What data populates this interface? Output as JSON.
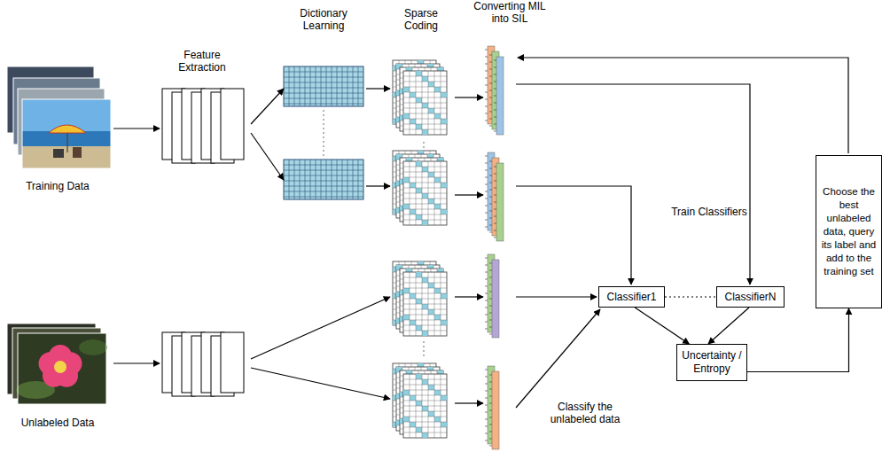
{
  "diagram": {
    "nodes": [
      {
        "text": [
          "Classifier1"
        ]
      },
      {
        "text": [
          "ClassifierN"
        ]
      },
      {
        "text": [
          "Uncertainty / Entropy"
        ]
      },
      {
        "text": [
          "Choose the best unlabeled data, query its label and add to the training set"
        ]
      }
    ],
    "edges": [
      {
        "from": 0,
        "to": 1,
        "arrow": "none"
      },
      {
        "from": 0,
        "to": 2,
        "arrow": "to"
      },
      {
        "from": 1,
        "to": 2,
        "arrow": "to"
      },
      {
        "from": 2,
        "to": 3,
        "arrow": "to"
      }
    ],
    "labels": [
      "Feature Extraction",
      "Dictionary Learning",
      "Sparse Coding",
      "Converting MIL into SIL",
      "Training Data",
      "Train Classifiers",
      "Unlabeled Data",
      "Classify the unlabeled data"
    ]
  }
}
